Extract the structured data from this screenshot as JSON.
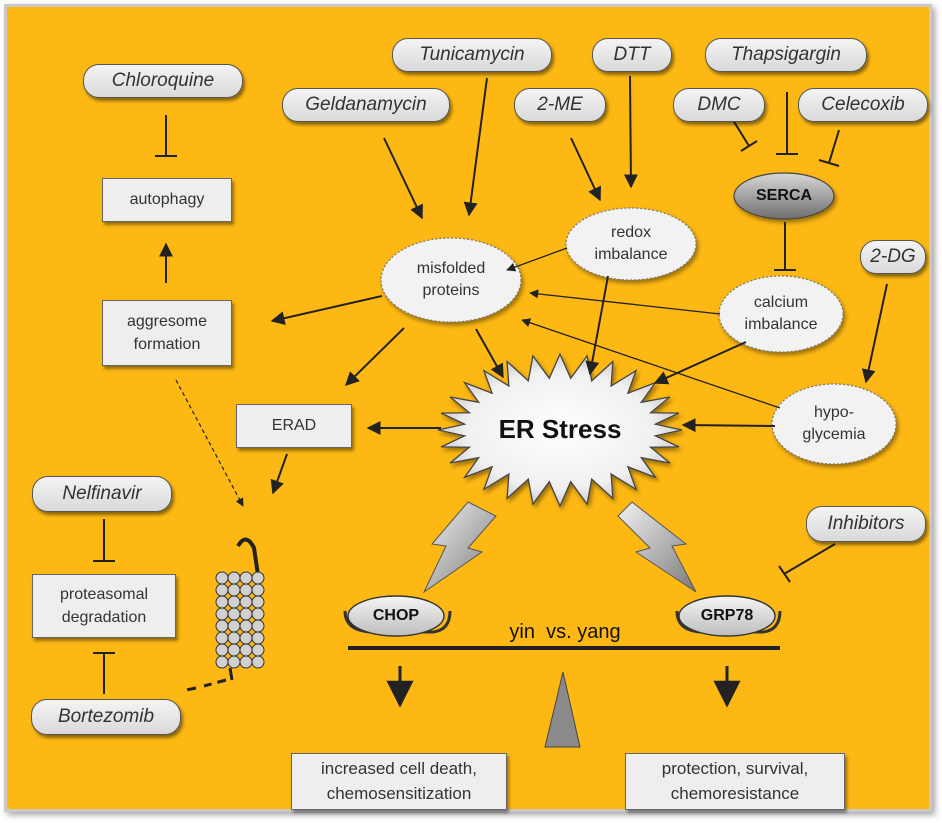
{
  "drugs": {
    "chloroquine": "Chloroquine",
    "tunicamycin": "Tunicamycin",
    "dtt": "DTT",
    "thapsigargin": "Thapsigargin",
    "geldanamycin": "Geldanamycin",
    "two_me": "2-ME",
    "dmc": "DMC",
    "celecoxib": "Celecoxib",
    "two_dg": "2-DG",
    "inhibitors": "Inhibitors",
    "nelfinavir": "Nelfinavir",
    "bortezomib": "Bortezomib"
  },
  "processes": {
    "autophagy": "autophagy",
    "aggresome": "aggresome\nformation",
    "erad": "ERAD",
    "proteasomal": "proteasomal\ndegradation",
    "death": "increased cell death,\nchemosensitization",
    "protection": "protection, survival,\nchemoresistance"
  },
  "nodes": {
    "misfolded": "misfolded\nproteins",
    "redox": "redox\nimbalance",
    "serca": "SERCA",
    "calcium": "calcium\nimbalance",
    "hypoglycemia": "hypo-\nglycemia",
    "er_stress": "ER Stress",
    "chop": "CHOP",
    "grp78": "GRP78",
    "yin_yang": "yin  vs. yang"
  },
  "colors": {
    "background": "#FDB813",
    "pill": "#e6e6e6",
    "box": "#eeeeee",
    "arrow": "#222222"
  }
}
